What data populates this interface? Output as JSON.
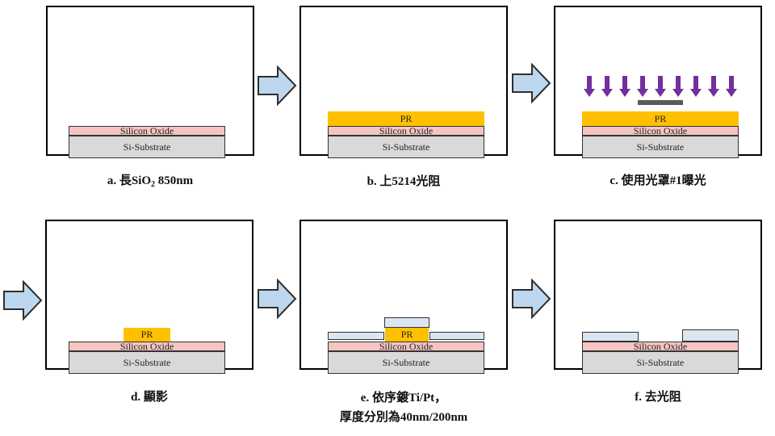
{
  "layers": {
    "substrate": "Si-Substrate",
    "oxide": "Silicon Oxide",
    "pr": "PR"
  },
  "captions": {
    "a_prefix": "a. 長SiO",
    "a_sub": "2",
    "a_suffix": " 850nm",
    "b": "b. 上5214光阻",
    "c": "c. 使用光罩#1曝光",
    "d": "d. 顯影",
    "e_line1": "e. 依序鍍Ti/Pt，",
    "e_line2": "厚度分別為40nm/200nm",
    "f": "f. 去光阻"
  },
  "colors": {
    "substrate": "#d9d9d9",
    "oxide": "#f4c5c1",
    "photoresist": "#ffc000",
    "metal": "#dbe6f3",
    "uv_arrow": "#7030a0",
    "process_arrow": "#bdd7ee",
    "mask": "#595959"
  },
  "icons": {
    "process_arrow": "right-block-arrow",
    "uv_light": "down-arrow"
  }
}
